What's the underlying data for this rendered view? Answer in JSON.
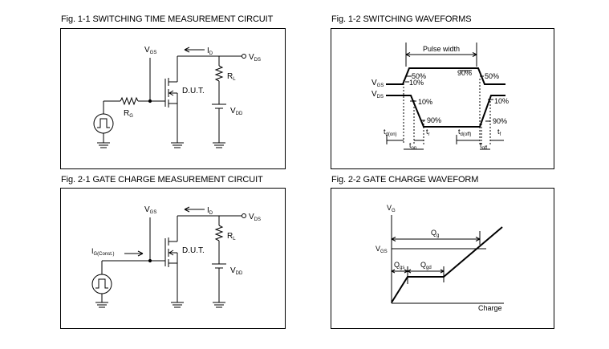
{
  "fig1_1": {
    "title": "Fig. 1-1 SWITCHING TIME MEASUREMENT CIRCUIT",
    "vgs": "V",
    "vgs_sub": "GS",
    "id": "I",
    "id_sub": "D",
    "vds": "V",
    "vds_sub": "DS",
    "rl": "R",
    "rl_sub": "L",
    "dut": "D.U.T.",
    "vdd": "V",
    "vdd_sub": "DD",
    "rg": "R",
    "rg_sub": "G"
  },
  "fig1_2": {
    "title": "Fig. 1-2 SWITCHING WAVEFORMS",
    "pulse_width": "Pulse width",
    "p50_left": "50%",
    "p10_left": "10%",
    "p90_top": "90%",
    "p50_right": "50%",
    "vgs": "V",
    "vgs_sub": "GS",
    "vds": "V",
    "vds_sub": "DS",
    "p10_vds_left": "10%",
    "p10_vds_right": "10%",
    "p90_vds_left": "90%",
    "p90_vds_right": "90%",
    "td_on": "t",
    "td_on_sub": "d(on)",
    "tr": "t",
    "tr_sub": "r",
    "td_off": "t",
    "td_off_sub": "d(off)",
    "tf": "t",
    "tf_sub": "f",
    "ton": "t",
    "ton_sub": "on",
    "toff": "t",
    "toff_sub": "off"
  },
  "fig2_1": {
    "title": "Fig. 2-1 GATE CHARGE MEASUREMENT CIRCUIT",
    "vgs": "V",
    "vgs_sub": "GS",
    "id": "I",
    "id_sub": "D",
    "vds": "V",
    "vds_sub": "DS",
    "rl": "R",
    "rl_sub": "L",
    "dut": "D.U.T.",
    "vdd": "V",
    "vdd_sub": "DD",
    "ig": "I",
    "ig_sub": "G(Const.)"
  },
  "fig2_2": {
    "title": "Fig. 2-2 GATE CHARGE WAVEFORM",
    "vg": "V",
    "vg_sub": "G",
    "qg": "Q",
    "qg_sub": "g",
    "vgs": "V",
    "vgs_sub": "GS",
    "qgs": "Q",
    "qgs_sub": "gs",
    "qgd": "Q",
    "qgd_sub": "gd",
    "charge": "Charge"
  }
}
